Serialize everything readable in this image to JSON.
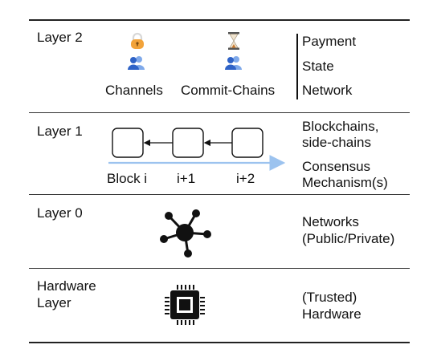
{
  "layers": [
    {
      "name": "Layer 2",
      "items": [
        "Channels",
        "Commit-Chains"
      ],
      "desc": [
        "Payment",
        "State",
        "Network"
      ]
    },
    {
      "name": "Layer 1",
      "blocks": [
        "Block i",
        "i+1",
        "i+2"
      ],
      "desc": [
        "Blockchains,",
        "side-chains",
        "Consensus",
        "Mechanism(s)"
      ]
    },
    {
      "name": "Layer 0",
      "desc": [
        "Networks",
        "(Public/Private)"
      ]
    },
    {
      "name": "Hardware",
      "name2": "Layer",
      "desc": [
        "(Trusted)",
        "Hardware"
      ]
    }
  ],
  "icons": {
    "channels": [
      "lock-icon",
      "users-icon"
    ],
    "commit_chains": [
      "hourglass-icon",
      "users-icon"
    ],
    "layer0": "network-hub-icon",
    "hardware": "chip-icon"
  },
  "colors": {
    "lock": "#f2a33a",
    "hourglass": "#c9772b",
    "users": "#3f78d8",
    "arrow": "#9cc3ef",
    "ink": "#111111"
  }
}
